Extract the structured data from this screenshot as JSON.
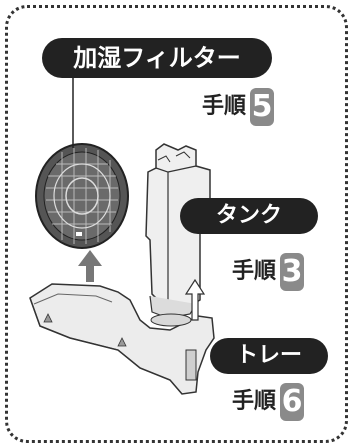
{
  "labels": {
    "filter": "加湿フィルター",
    "tank": "タンク",
    "tray": "トレー"
  },
  "steps": {
    "word": "手順",
    "filter_num": "5",
    "tank_num": "3",
    "tray_num": "6"
  },
  "colors": {
    "pill_bg": "#222222",
    "badge_bg": "#8a8a8a",
    "part_fill": "#e9e9e9",
    "outline": "#333333"
  },
  "icons": {
    "filter": "humidifier-filter-illustration",
    "tank": "water-tank-illustration",
    "tray": "tray-illustration",
    "arrow": "up-arrow-icon"
  }
}
